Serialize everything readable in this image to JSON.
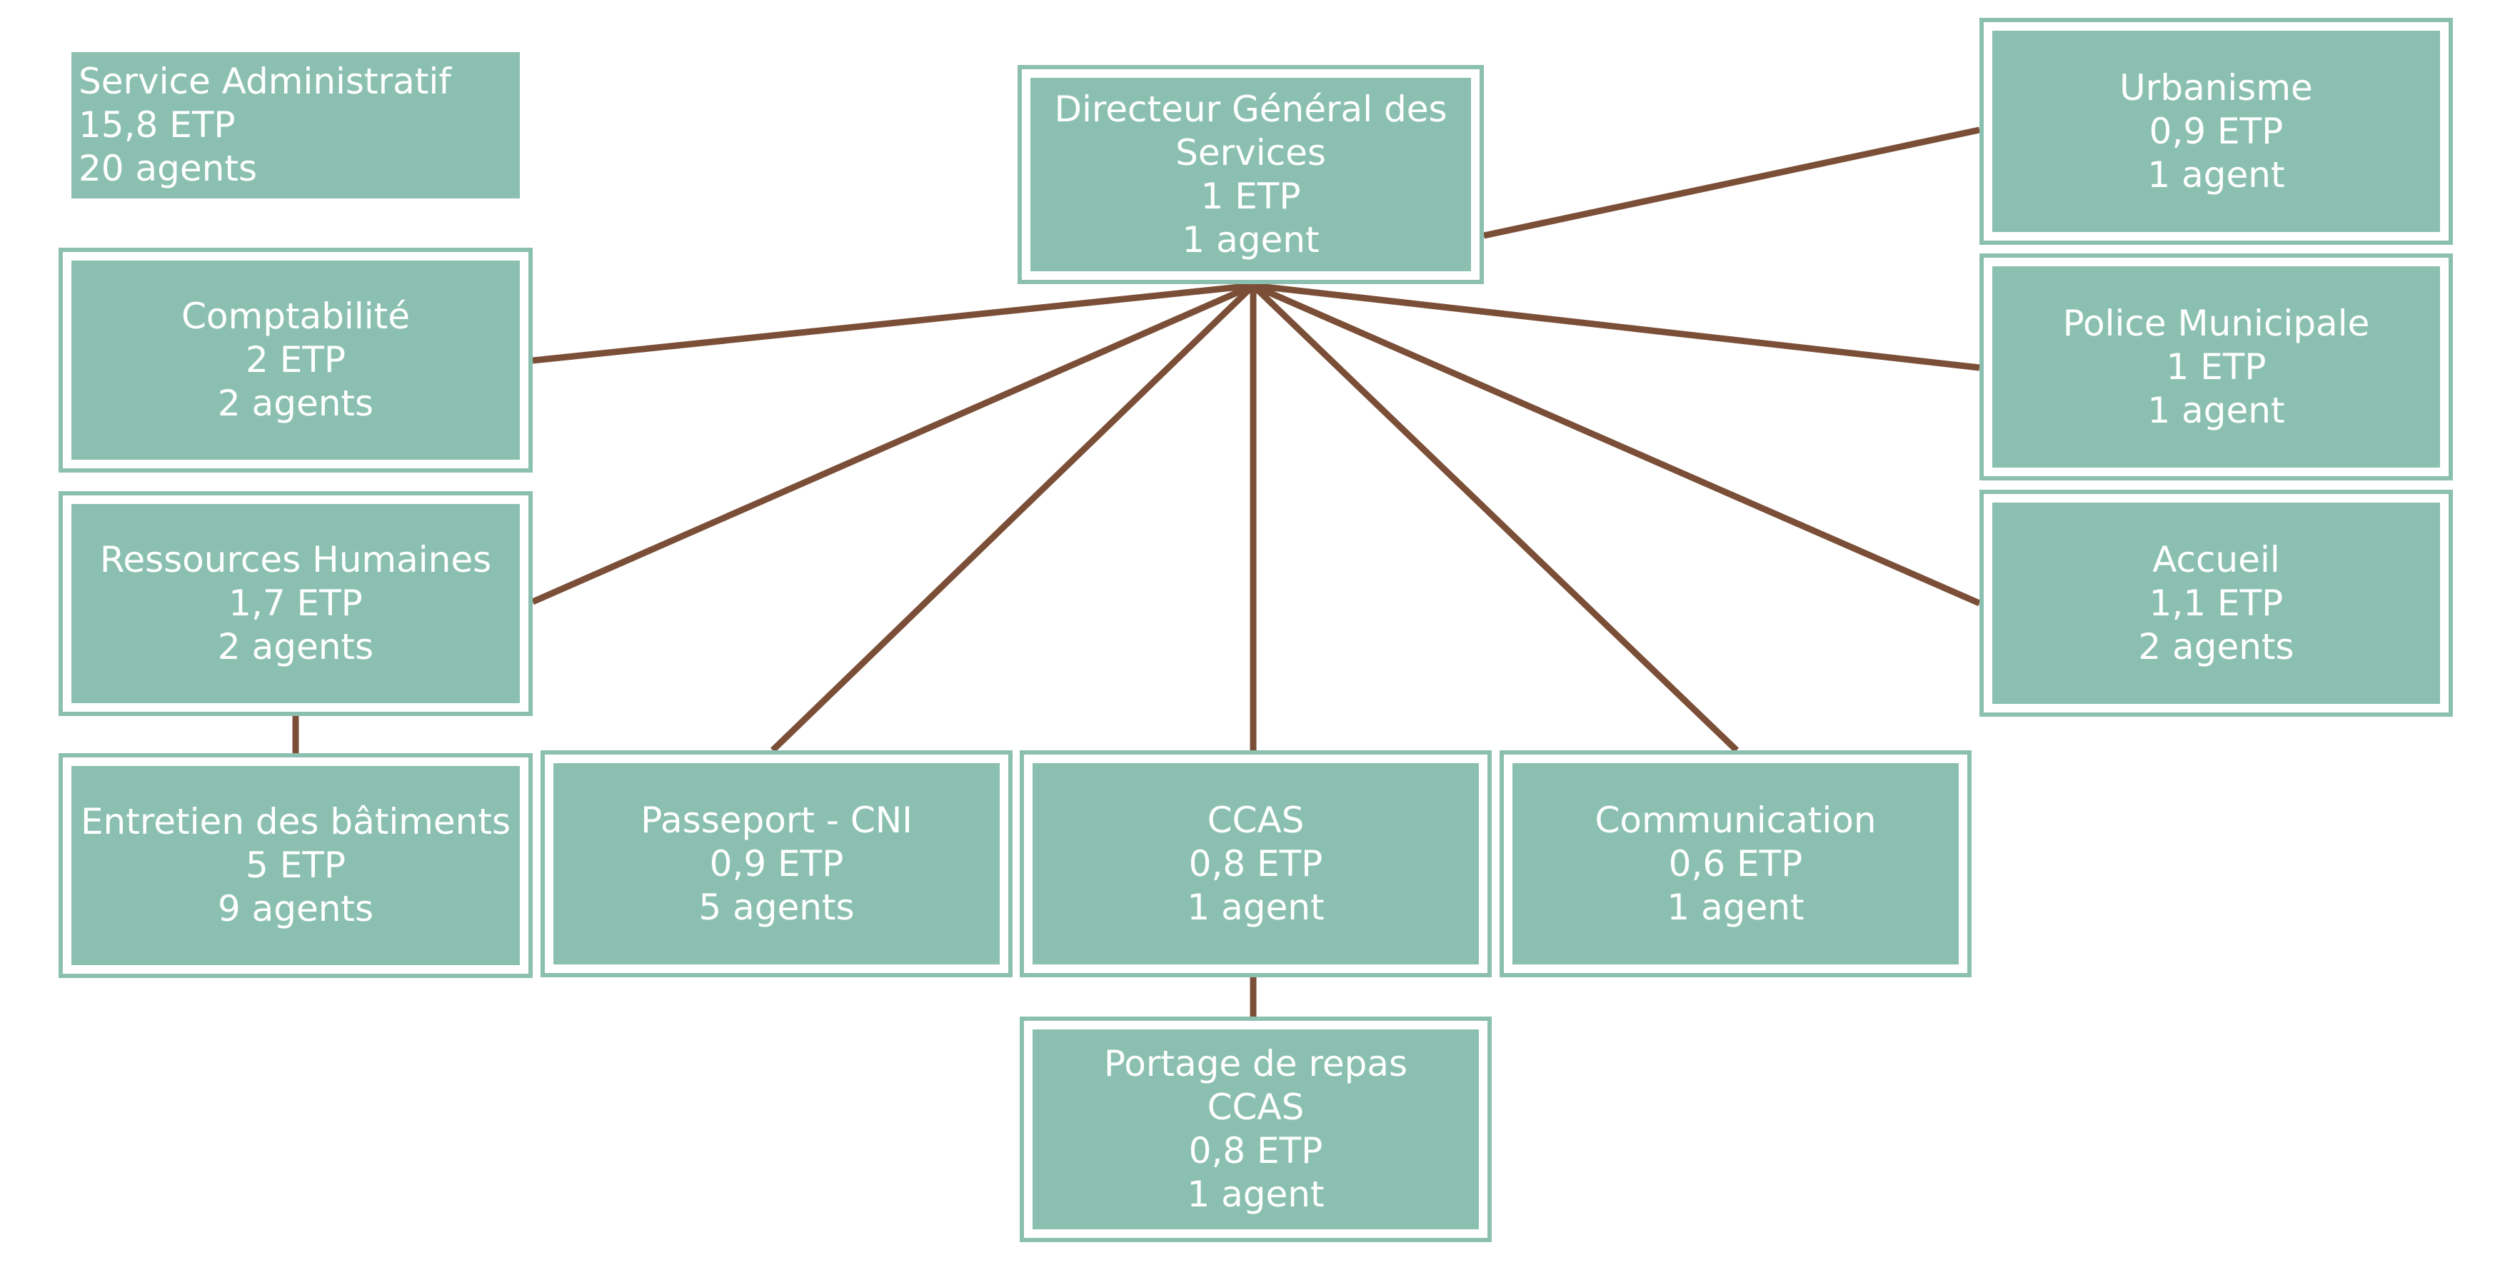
{
  "colors": {
    "box_fill": "#8bc0b1",
    "box_border": "#8bc0b1",
    "connector": "#7b4f37",
    "background": "#ffffff",
    "text": "#ffffff"
  },
  "summary": {
    "lines": [
      "Service Administratif",
      "15,8 ETP",
      "20 agents"
    ]
  },
  "nodes": [
    {
      "id": "dgs",
      "lines": [
        "Directeur Général des",
        "Services",
        "1 ETP",
        "1 agent"
      ]
    },
    {
      "id": "comptabilite",
      "lines": [
        "Comptabilité",
        "2 ETP",
        "2 agents"
      ]
    },
    {
      "id": "rh",
      "lines": [
        "Ressources Humaines",
        "1,7 ETP",
        "2 agents"
      ]
    },
    {
      "id": "entretien",
      "lines": [
        "Entretien des bâtiments",
        "5 ETP",
        "9 agents"
      ]
    },
    {
      "id": "passeport",
      "lines": [
        "Passeport - CNI",
        "0,9 ETP",
        "5 agents"
      ]
    },
    {
      "id": "ccas",
      "lines": [
        "CCAS",
        "0,8 ETP",
        "1 agent"
      ]
    },
    {
      "id": "communication",
      "lines": [
        "Communication",
        "0,6 ETP",
        "1 agent"
      ]
    },
    {
      "id": "portage",
      "lines": [
        "Portage de repas",
        "CCAS",
        "0,8 ETP",
        "1 agent"
      ]
    },
    {
      "id": "urbanisme",
      "lines": [
        "Urbanisme",
        "0,9 ETP",
        "1 agent"
      ]
    },
    {
      "id": "police",
      "lines": [
        "Police Municipale",
        "1 ETP",
        "1 agent"
      ]
    },
    {
      "id": "accueil",
      "lines": [
        "Accueil",
        "1,1 ETP",
        "2 agents"
      ]
    }
  ],
  "edges": [
    {
      "from": "dgs",
      "to": "comptabilite"
    },
    {
      "from": "dgs",
      "to": "rh"
    },
    {
      "from": "dgs",
      "to": "passeport"
    },
    {
      "from": "dgs",
      "to": "ccas"
    },
    {
      "from": "dgs",
      "to": "communication"
    },
    {
      "from": "dgs",
      "to": "police"
    },
    {
      "from": "dgs",
      "to": "accueil"
    },
    {
      "from": "dgs",
      "to": "urbanisme"
    },
    {
      "from": "rh",
      "to": "entretien"
    },
    {
      "from": "ccas",
      "to": "portage"
    }
  ]
}
